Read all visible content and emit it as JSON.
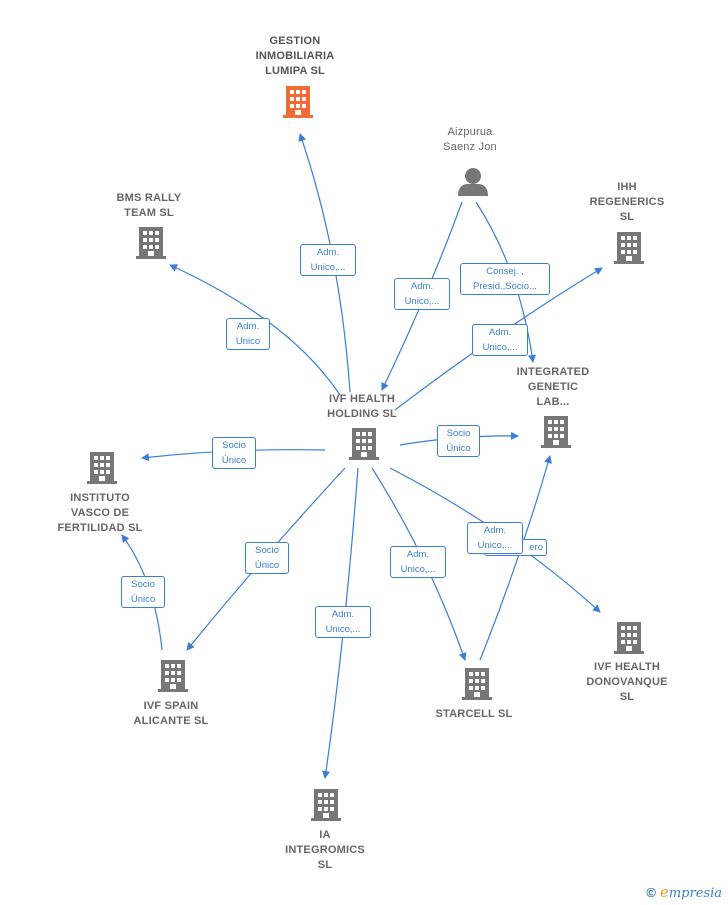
{
  "nodes": {
    "gestion": {
      "label": "GESTION\nINMOBILIARIA\nLUMIPA SL",
      "type": "company",
      "color": "#f26b35"
    },
    "aizpurua": {
      "label": "Aizpurua\nSaenz Jon",
      "type": "person",
      "color": "#777777"
    },
    "bms": {
      "label": "BMS RALLY\nTEAM SL",
      "type": "company",
      "color": "#777777"
    },
    "ihh": {
      "label": "IHH\nREGENERICS\nSL",
      "type": "company",
      "color": "#777777"
    },
    "ivfholding": {
      "label": "IVF HEALTH\nHOLDING SL",
      "type": "company",
      "color": "#777777"
    },
    "integrated": {
      "label": "INTEGRATED\nGENETIC\nLAB...",
      "type": "company",
      "color": "#777777"
    },
    "instituto": {
      "label": "INSTITUTO\nVASCO DE\nFERTILIDAD SL",
      "type": "company",
      "color": "#777777"
    },
    "ivfspain": {
      "label": "IVF SPAIN\nALICANTE SL",
      "type": "company",
      "color": "#777777"
    },
    "ia": {
      "label": "IA\nINTEGROMICS\nSL",
      "type": "company",
      "color": "#777777"
    },
    "starcell": {
      "label": "STARCELL SL",
      "type": "company",
      "color": "#777777"
    },
    "donovanque": {
      "label": "IVF HEALTH\nDONOVANQUE\nSL",
      "type": "company",
      "color": "#777777"
    }
  },
  "edges": {
    "to_gestion": "Adm.\nUnico,...",
    "to_bms": "Adm.\nUnico",
    "aiz_to_holding": "Adm.\nUnico,...",
    "aiz_to_integrated": "Consej. ,\nPresid.,Socio...",
    "to_ihh": "Adm.\nUnico,...",
    "to_integrated": "Socio\nÚnico",
    "to_instituto": "Socio\nÚnico",
    "spain_to_instituto": "Socio\nÚnico",
    "to_ivfspain": "Socio\nÚnico",
    "to_ia": "Adm.\nUnico,...",
    "to_starcell": "Adm.\nUnico,...",
    "to_donovanque": "Adm.\nUnico,...",
    "starcell_to_integrated": "ero"
  },
  "colors": {
    "edge": "#3a7fd5",
    "node": "#777777",
    "highlight": "#f26b35"
  },
  "brand": {
    "symbol": "©",
    "initial": "e",
    "rest": "mpresia"
  }
}
